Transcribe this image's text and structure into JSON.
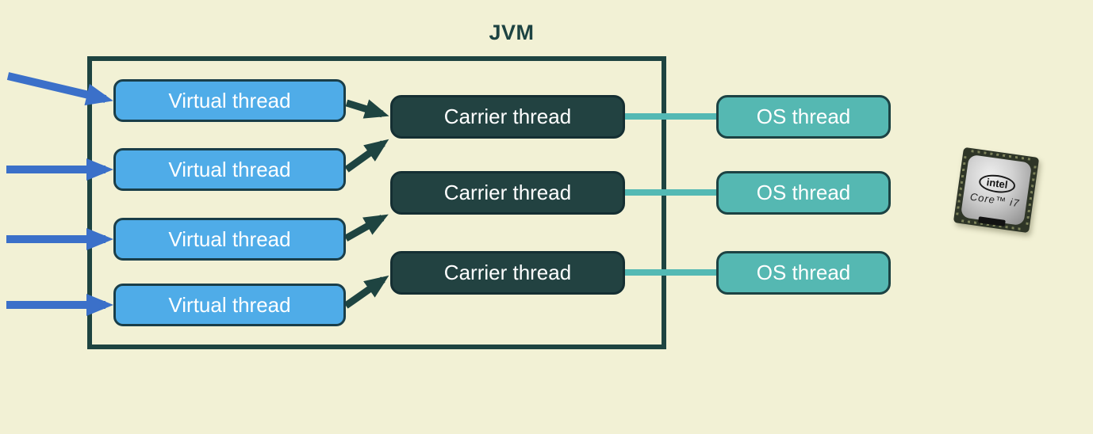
{
  "jvm": {
    "label": "JVM"
  },
  "virtual_threads": [
    {
      "label": "Virtual thread"
    },
    {
      "label": "Virtual thread"
    },
    {
      "label": "Virtual thread"
    },
    {
      "label": "Virtual thread"
    }
  ],
  "carrier_threads": [
    {
      "label": "Carrier thread"
    },
    {
      "label": "Carrier thread"
    },
    {
      "label": "Carrier thread"
    }
  ],
  "os_threads": [
    {
      "label": "OS thread"
    },
    {
      "label": "OS thread"
    },
    {
      "label": "OS thread"
    }
  ],
  "cpu": {
    "brand": "intel",
    "model": "Core™ i7"
  },
  "icons": {
    "cpu_chip": "cpu-chip-icon",
    "incoming_arrow": "incoming-task-arrow",
    "mount_arrow": "mount-arrow",
    "os_link": "carrier-os-link"
  },
  "colors": {
    "background": "#F2F1D5",
    "jvm_border": "#1E4441",
    "virtual_thread_fill": "#4FACE8",
    "carrier_thread_fill": "#224241",
    "os_thread_fill": "#55B8B2",
    "incoming_arrow": "#3B70C9",
    "mount_arrow": "#1E4441",
    "os_link": "#54B9B4",
    "label_text": "#FFFFFF"
  }
}
